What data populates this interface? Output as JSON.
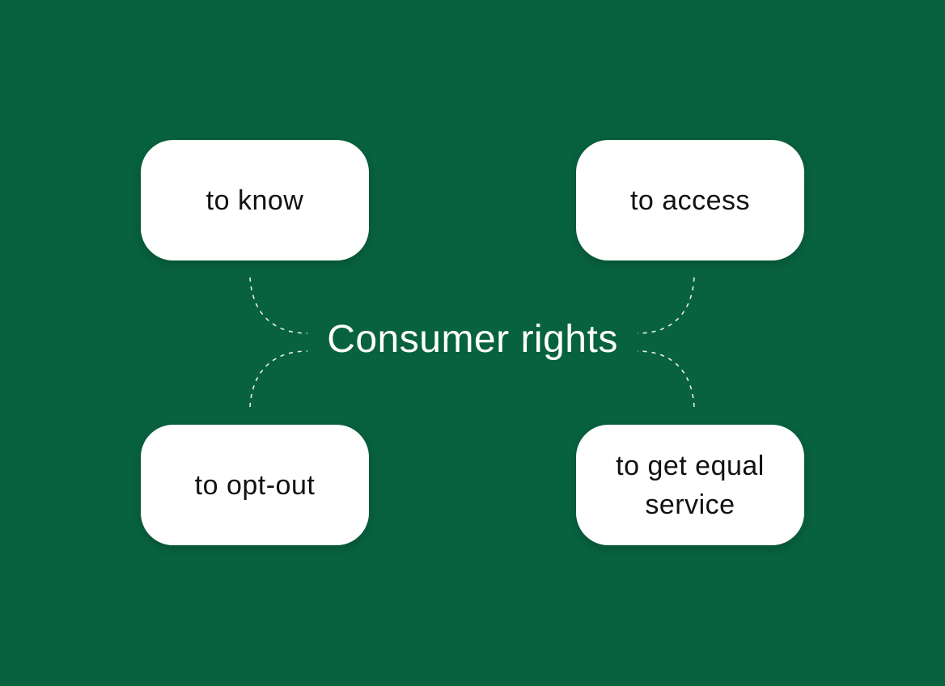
{
  "diagram": {
    "title": "Consumer rights",
    "background_color": "#08623f",
    "box_color": "#ffffff",
    "nodes": [
      {
        "id": "know",
        "label": "to know",
        "position": "top-left"
      },
      {
        "id": "access",
        "label": "to access",
        "position": "top-right"
      },
      {
        "id": "optout",
        "label": "to opt-out",
        "position": "bottom-left"
      },
      {
        "id": "equal",
        "label": "to get equal service",
        "position": "bottom-right"
      }
    ],
    "edges": [
      {
        "from": "Consumer rights",
        "to": "know",
        "style": "dashed"
      },
      {
        "from": "Consumer rights",
        "to": "access",
        "style": "dashed"
      },
      {
        "from": "Consumer rights",
        "to": "optout",
        "style": "dashed"
      },
      {
        "from": "Consumer rights",
        "to": "equal",
        "style": "dashed"
      }
    ]
  }
}
